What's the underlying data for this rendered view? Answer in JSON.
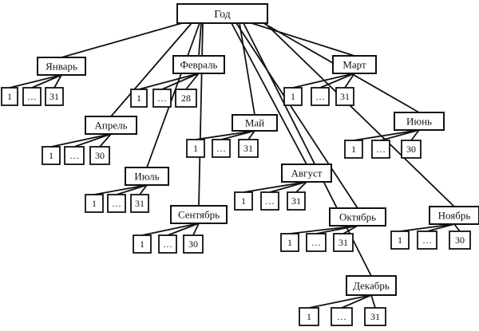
{
  "root": {
    "label": "Год"
  },
  "months": [
    {
      "label": "Январь",
      "days": [
        "1",
        "...",
        "31"
      ]
    },
    {
      "label": "Февраль",
      "days": [
        "1",
        "...",
        "28"
      ]
    },
    {
      "label": "Март",
      "days": [
        "1",
        "...",
        "31"
      ]
    },
    {
      "label": "Апрель",
      "days": [
        "1",
        "...",
        "30"
      ]
    },
    {
      "label": "Май",
      "days": [
        "1",
        "...",
        "31"
      ]
    },
    {
      "label": "Июнь",
      "days": [
        "1",
        "...",
        "30"
      ]
    },
    {
      "label": "Июль",
      "days": [
        "1",
        "...",
        "31"
      ]
    },
    {
      "label": "Август",
      "days": [
        "1",
        "...",
        "31"
      ]
    },
    {
      "label": "Сентябрь",
      "days": [
        "1",
        "...",
        "30"
      ]
    },
    {
      "label": "Октябрь",
      "days": [
        "1",
        "...",
        "31"
      ]
    },
    {
      "label": "Ноябрь",
      "days": [
        "1",
        "...",
        "30"
      ]
    },
    {
      "label": "Декабрь",
      "days": [
        "1",
        "...",
        "31"
      ]
    }
  ]
}
